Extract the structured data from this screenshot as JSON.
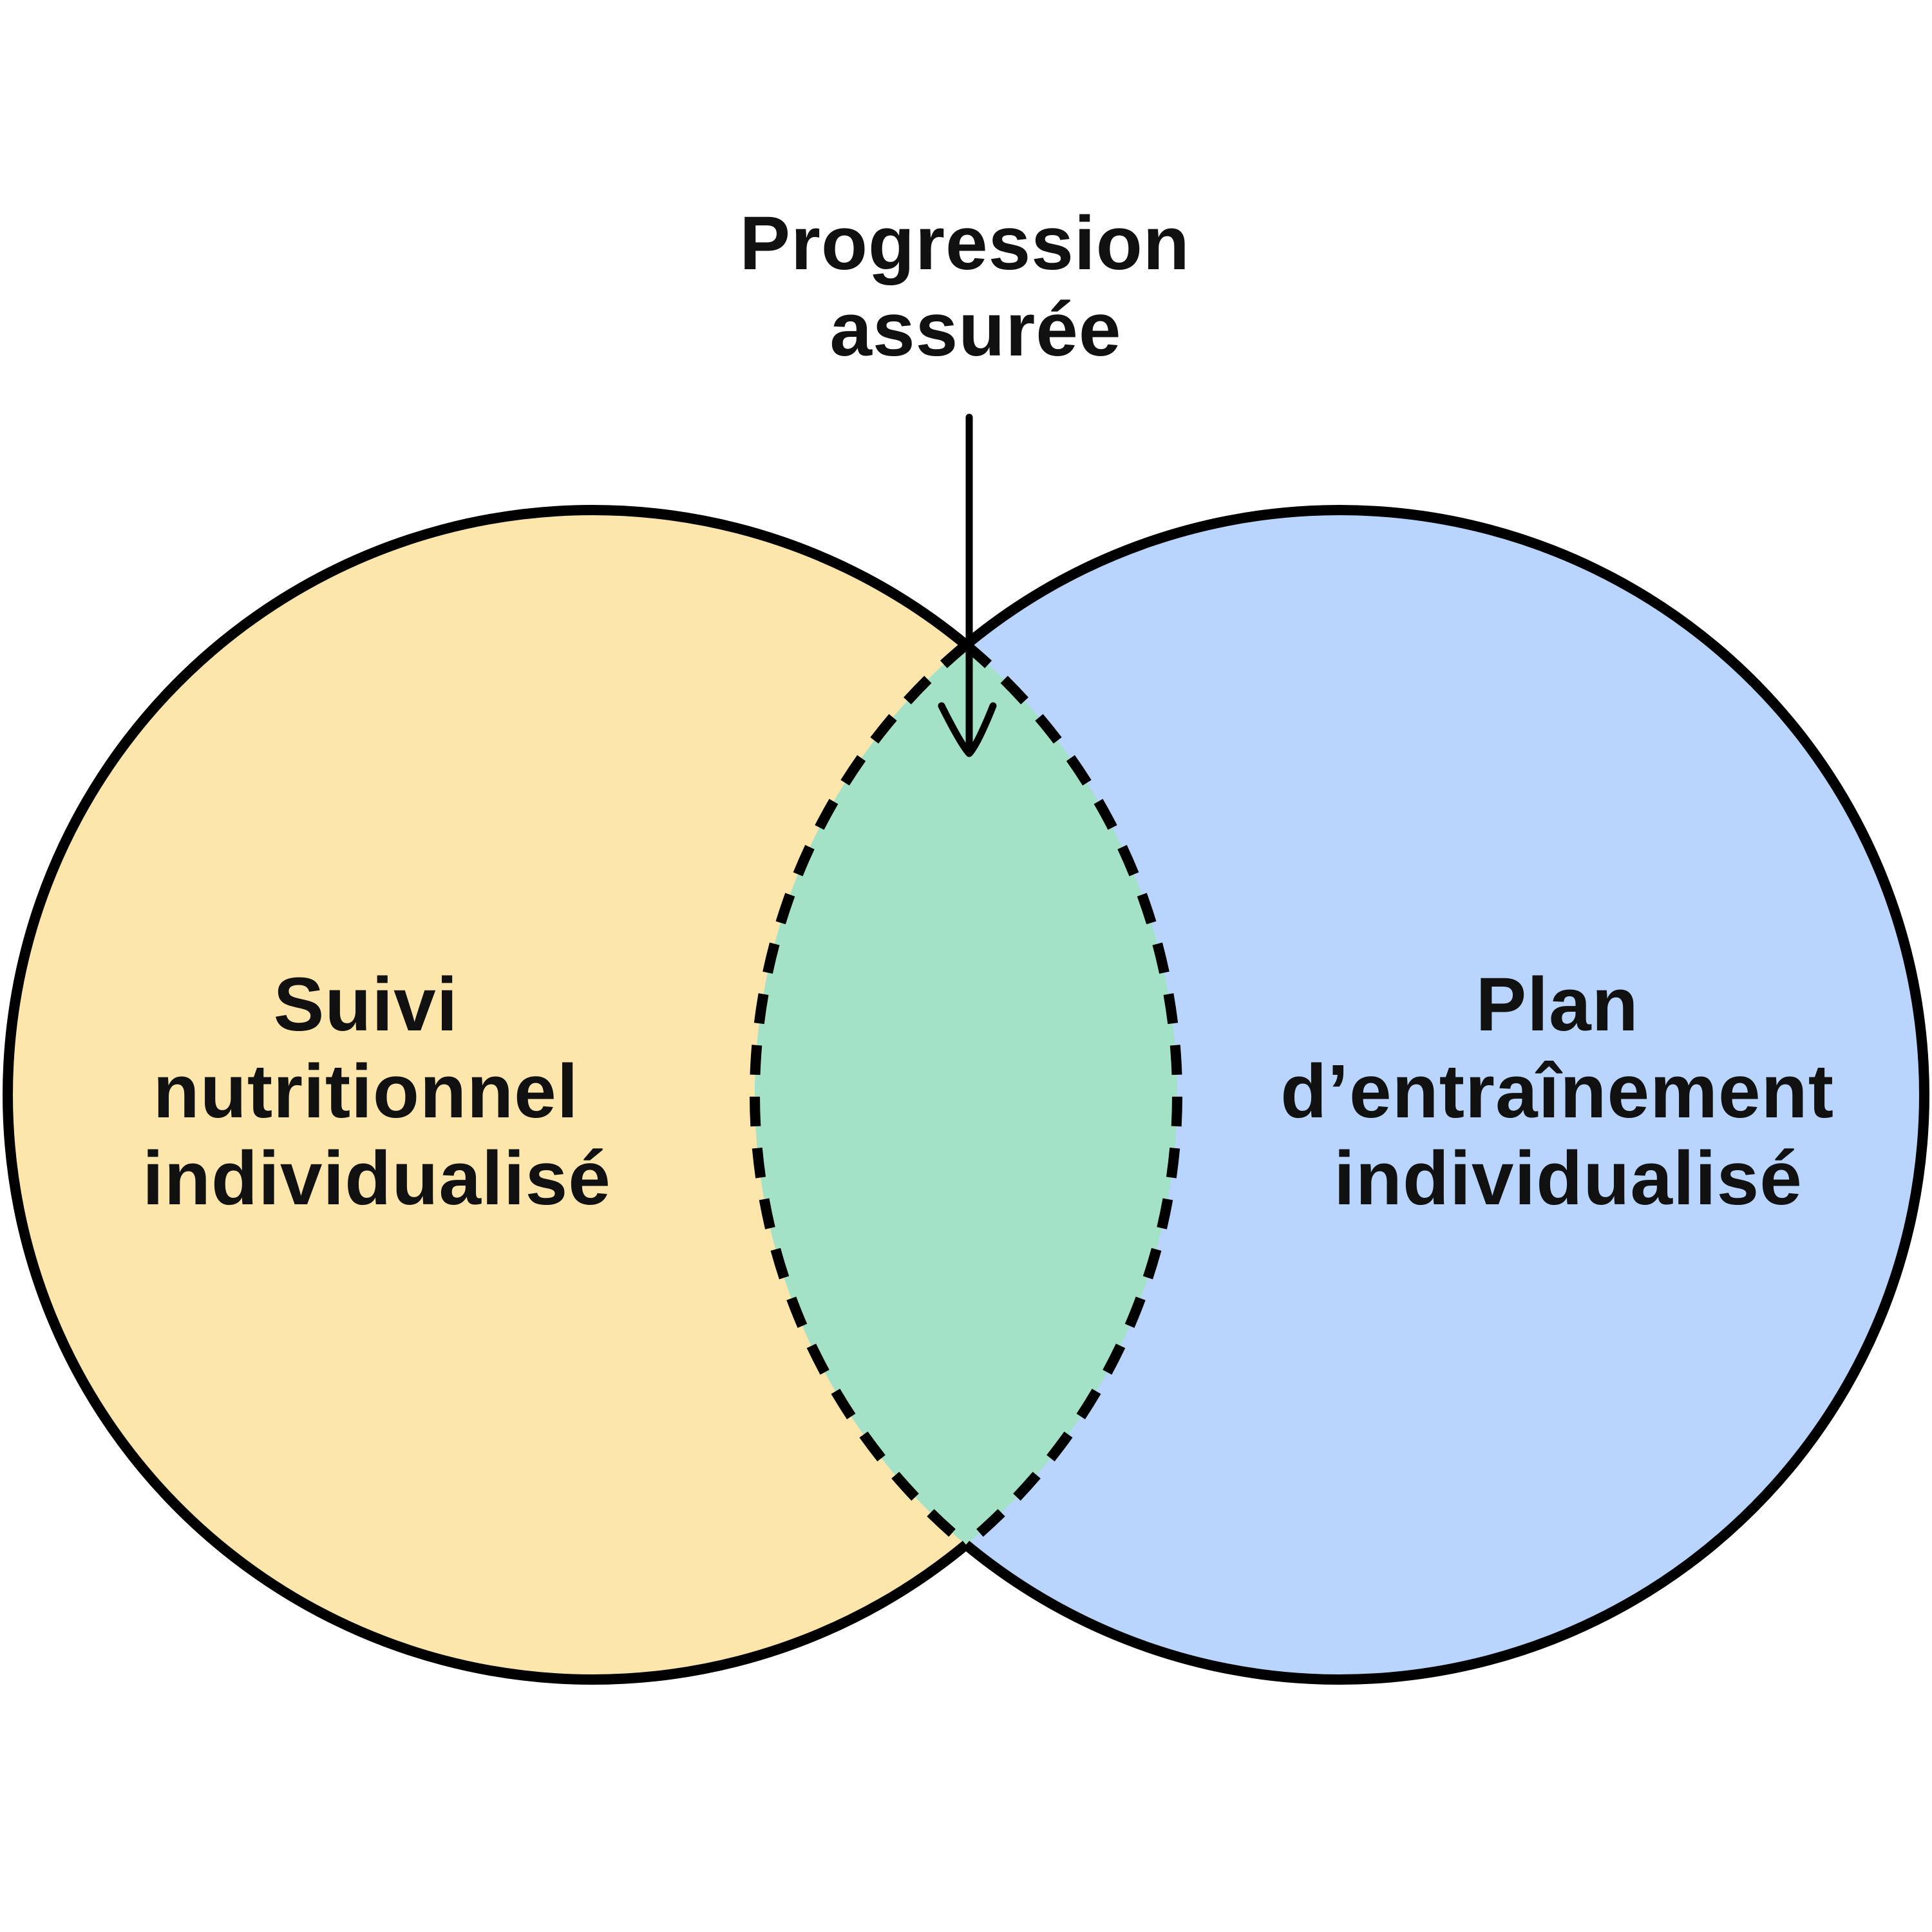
{
  "diagram": {
    "intersection_label_lines": [
      "Progression",
      "assurée"
    ],
    "left_label_lines": [
      "Suivi",
      "nutritionnel",
      "individualisé"
    ],
    "right_label_lines": [
      "Plan",
      "d’entraînement",
      "individualisé"
    ]
  },
  "colors": {
    "left_fill": "#FCE6AC",
    "right_fill": "#B9D5FD",
    "overlap_fill": "#A3E2C7",
    "outline": "#000000",
    "text": "#111111"
  }
}
